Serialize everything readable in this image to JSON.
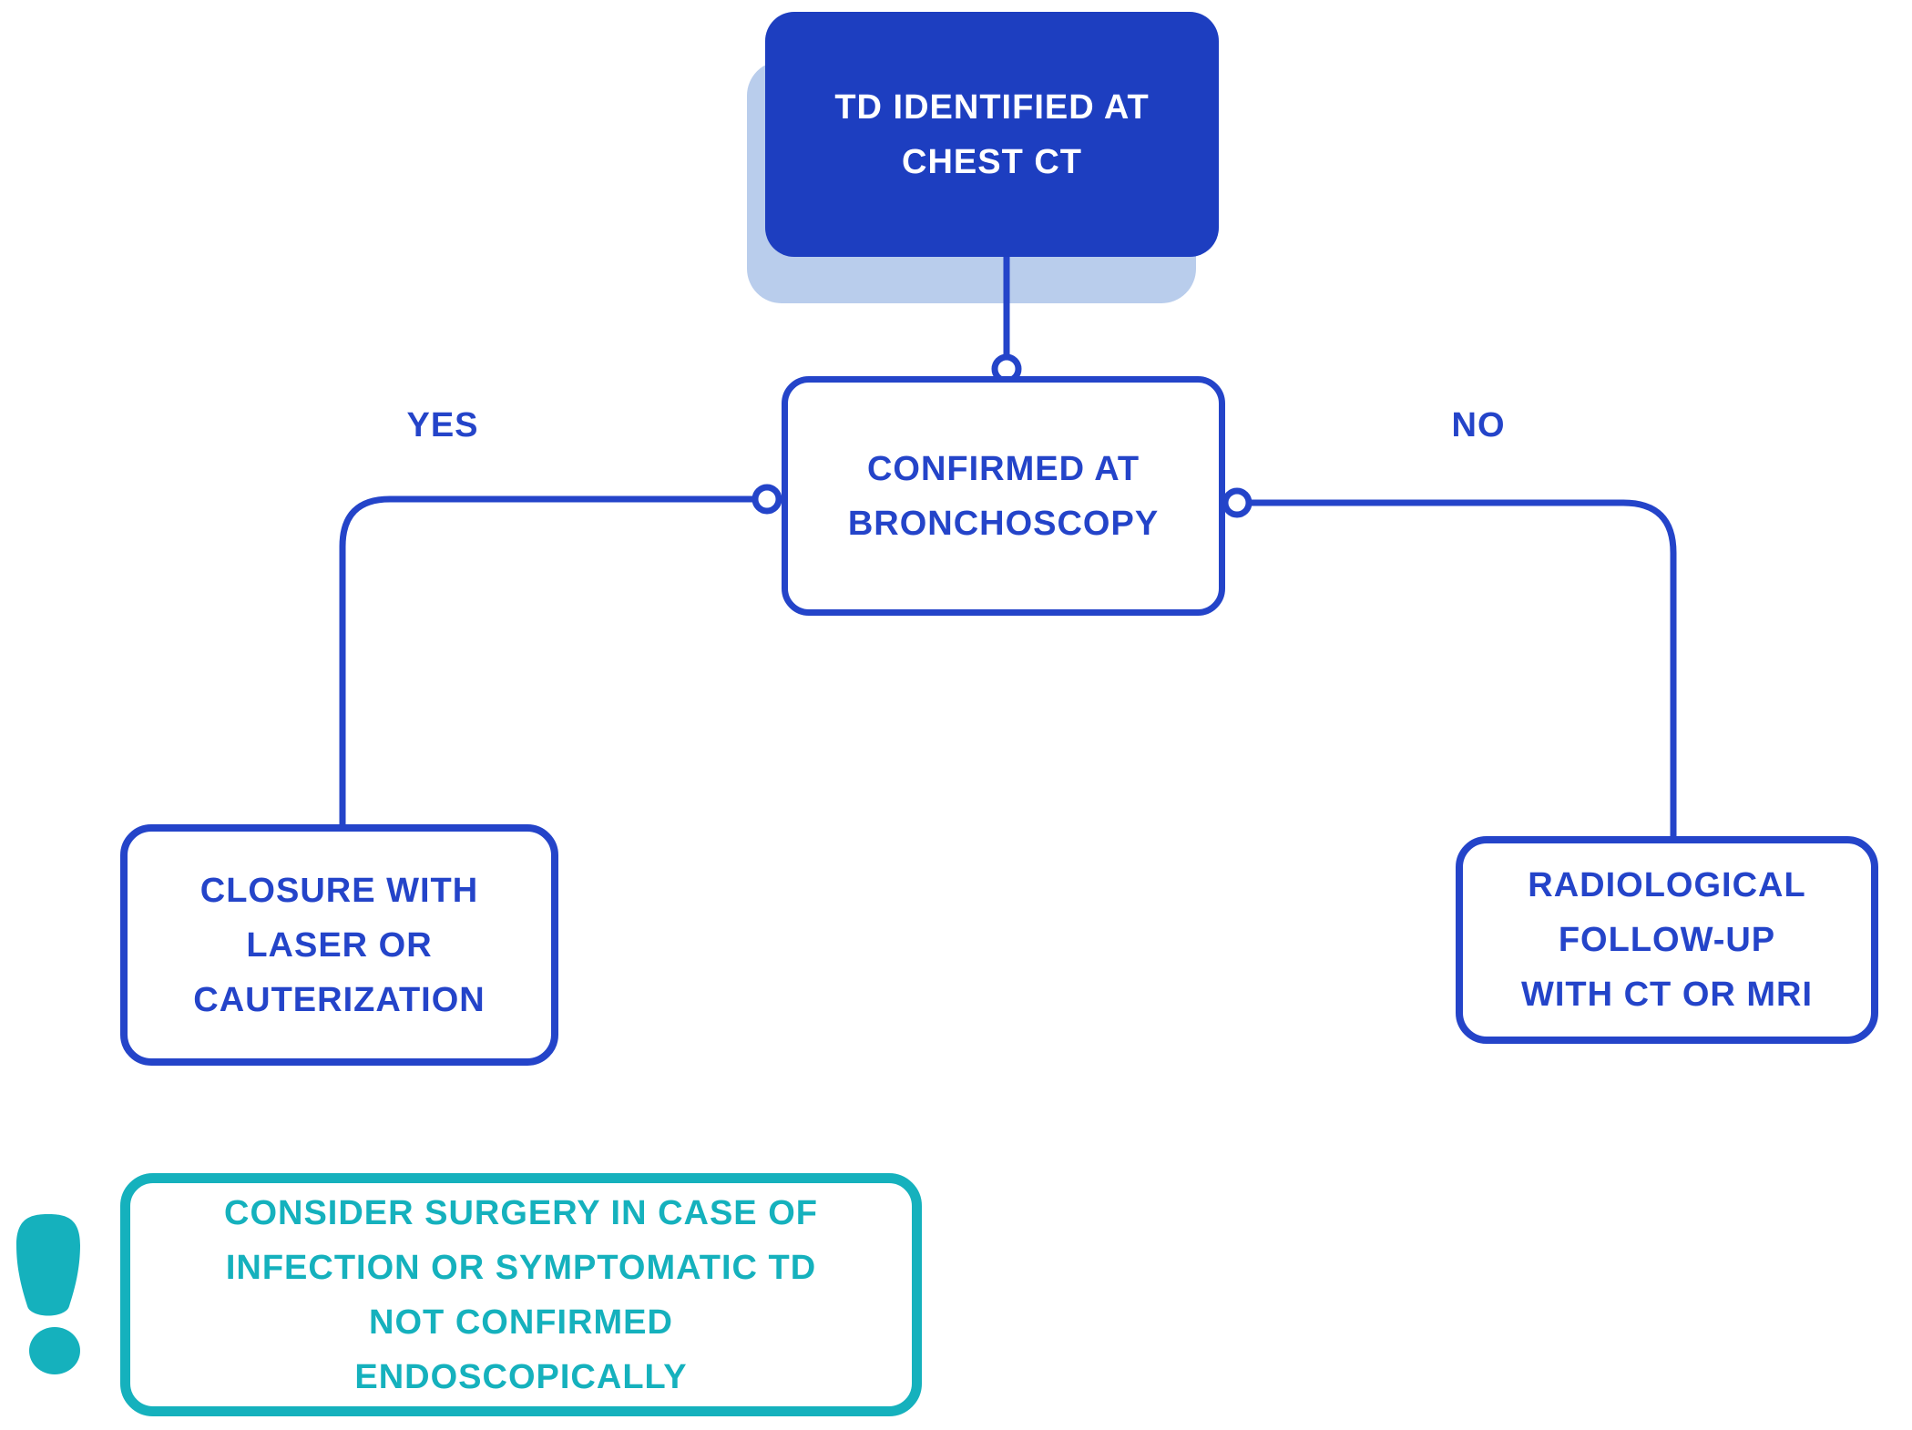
{
  "palette": {
    "dark_blue": "#1d3ec0",
    "line_blue": "#2444c9",
    "shadow_blue": "#b9cdec",
    "teal": "#15b1bd",
    "background": "#ffffff"
  },
  "flowchart": {
    "root": {
      "label": "TD IDENTIFIED AT\nCHEST CT"
    },
    "decision": {
      "label": "CONFIRMED AT\nBRONCHOSCOPY"
    },
    "yes_branch": {
      "label": "YES",
      "outcome": "CLOSURE WITH\nLASER OR\nCAUTERIZATION"
    },
    "no_branch": {
      "label": "NO",
      "outcome": "RADIOLOGICAL\nFOLLOW-UP\nWITH CT OR MRI"
    },
    "note": {
      "icon": "exclamation-icon",
      "label": "CONSIDER SURGERY IN CASE OF\nINFECTION OR SYMPTOMATIC TD\nNOT CONFIRMED\nENDOSCOPICALLY"
    }
  }
}
